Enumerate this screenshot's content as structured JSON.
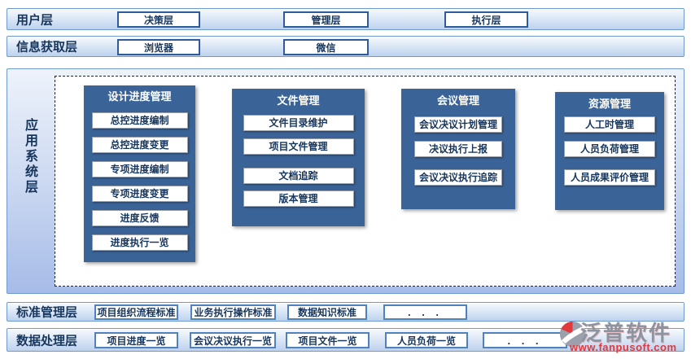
{
  "bands": {
    "user": {
      "label": "用户层",
      "buttons": [
        "决策层",
        "管理层",
        "执行层"
      ]
    },
    "info": {
      "label": "信息获取层",
      "buttons": [
        "浏览器",
        "微信"
      ]
    },
    "standard": {
      "label": "标准管理层",
      "buttons": [
        "项目组织流程标准",
        "业务执行操作标准",
        "数据知识标准",
        ". . ."
      ]
    },
    "data": {
      "label": "数据处理层",
      "buttons": [
        "项目进度一览",
        "会议决议执行一览",
        "项目文件一览",
        "人员负荷一览",
        ". . ."
      ]
    }
  },
  "app": {
    "label": "应\n用\n系\n统\n层",
    "columns": [
      {
        "title": "设计进度管理",
        "items": [
          "总控进度编制",
          "总控进度变更",
          "专项进度编制",
          "专项进度变更",
          "进度反馈",
          "进度执行一览"
        ]
      },
      {
        "title": "文件管理",
        "items": [
          "文件目录维护",
          "项目文件管理",
          "文档追踪",
          "版本管理"
        ]
      },
      {
        "title": "会议管理",
        "items": [
          "会议决议计划管理",
          "决议执行上报",
          "会议决议执行追踪"
        ]
      },
      {
        "title": "资源管理",
        "items": [
          "人工时管理",
          "人员负荷管理",
          "人员成果评价管理"
        ]
      }
    ]
  },
  "watermark": {
    "brand": "泛普软件",
    "url": "www.fanpusoft.com"
  },
  "colors": {
    "module_blue": "#3a6397",
    "band_border": "#6f9ad0",
    "label_text": "#17365d",
    "watermark_red": "#e2393d",
    "watermark_gray": "#8d949f"
  }
}
